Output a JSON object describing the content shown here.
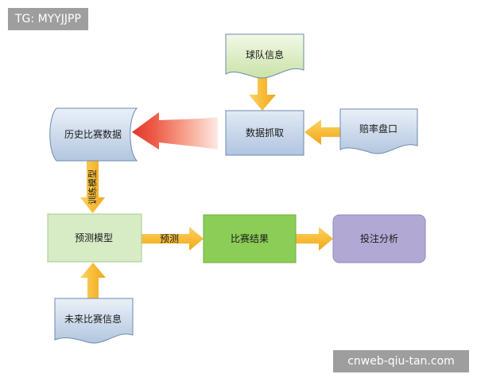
{
  "badge_top": "TG: MYYJJPP",
  "badge_bottom": "cnweb-qiu-tan.com",
  "nodes": {
    "team_info": "球队信息",
    "odds": "赔率盘口",
    "data_fetch": "数据抓取",
    "history": "历史比赛数据",
    "model": "预测模型",
    "result": "比赛结果",
    "bet": "投注分析",
    "future": "未来比赛信息"
  },
  "edges": {
    "train_model": "训练模型",
    "predict": "预测"
  },
  "colors": {
    "doc_blue_top": "#e8eef7",
    "doc_blue_bottom": "#b8c9e1",
    "doc_green_top": "#eef6df",
    "doc_green_bottom": "#cfe3b0",
    "process_blue_top": "#dbe5f1",
    "process_blue_bottom": "#b4c7e2",
    "model_fill": "#d8ecc6",
    "result_fill": "#8fcf5a",
    "bet_fill": "#b3a9d4",
    "arrow_orange": "#f6b93b",
    "arrow_red": "#e8413a",
    "badge": "#9e9e9e"
  }
}
